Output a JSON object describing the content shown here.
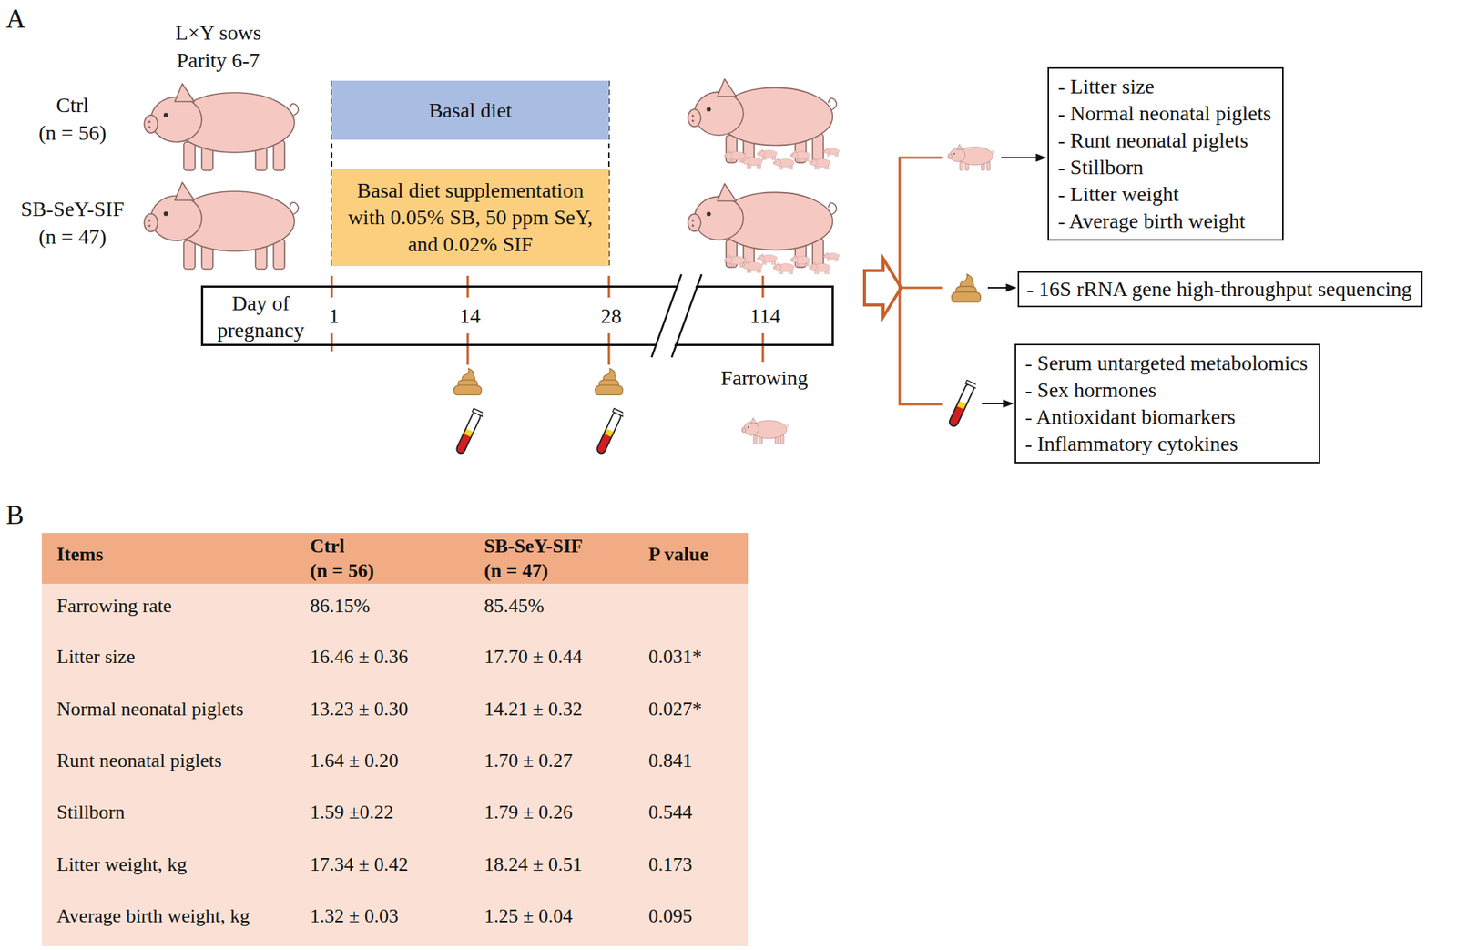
{
  "diagram": {
    "nodes": [
      {
        "text": [
          "Basal diet"
        ]
      },
      {
        "text": [
          "Basal diet supplementation with 0.05% SB, 50 ppm SeY, and 0.02% SIF"
        ]
      },
      {
        "text": [
          "Day of pregnancy",
          "1",
          "14",
          "28",
          "114"
        ]
      },
      {
        "text": [
          "- Litter size",
          "- Normal neonatal piglets",
          "- Runt neonatal piglets",
          "- Stillborn",
          "- Litter weight",
          "- Average birth weight"
        ]
      },
      {
        "text": [
          "- 16S rRNA gene high-throughput sequencing"
        ]
      },
      {
        "text": [
          "- Serum untargeted metabolomics",
          "- Sex hormones",
          "- Antioxidant biomarkers",
          "- Inflammatory cytokines"
        ]
      }
    ],
    "labels": [
      "A",
      "L×Y sows",
      "Parity 6-7",
      "Ctrl",
      "(n = 56)",
      "SB-SeY-SIF",
      "(n = 47)",
      "Farrowing",
      "B",
      "Items",
      "Ctrl",
      "(n = 56)",
      "SB-SeY-SIF",
      "(n = 47)",
      "P value",
      "Farrowing rate",
      "86.15%",
      "85.45%",
      "Litter size",
      "16.46 ± 0.36",
      "17.70 ± 0.44",
      "0.031*",
      "Normal neonatal piglets",
      "13.23 ± 0.30",
      "14.21 ± 0.32",
      "0.027*",
      "Runt neonatal piglets",
      "1.64 ± 0.20",
      "1.70 ± 0.27",
      "0.841",
      "Stillborn",
      "1.59 ±0.22",
      "1.79 ± 0.26",
      "0.544",
      "Litter weight, kg",
      "17.34 ± 0.42",
      "18.24 ± 0.51",
      "0.173",
      "Average birth weight, kg",
      "1.32 ± 0.03",
      "1.25 ± 0.04",
      "0.095"
    ]
  }
}
